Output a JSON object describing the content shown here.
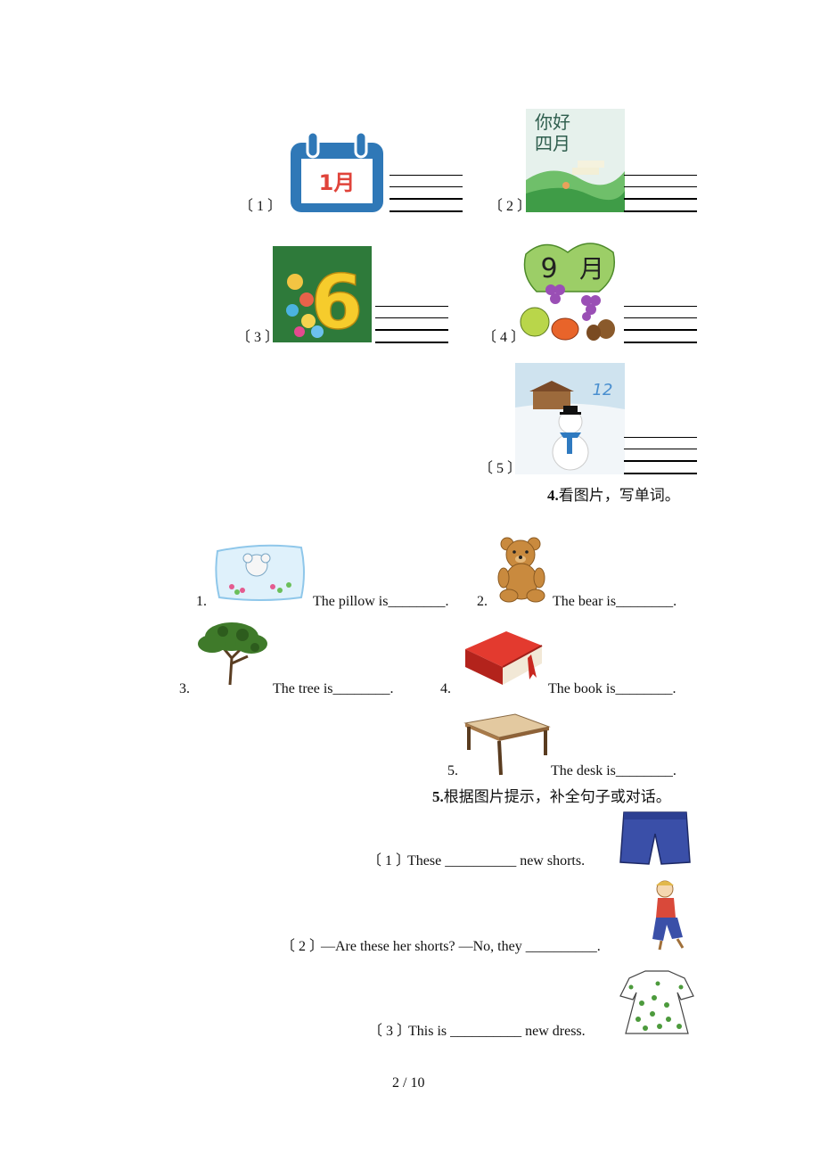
{
  "section3": {
    "items": [
      {
        "num": "〔 1 〕",
        "image_text": "1月"
      },
      {
        "num": "〔 2 〕",
        "image_text_1": "你好",
        "image_text_2": "四月"
      },
      {
        "num": "〔 3 〕",
        "image_text": "6"
      },
      {
        "num": "〔 4 〕",
        "image_text_1": "9",
        "image_text_2": "月"
      },
      {
        "num": "〔 5 〕",
        "image_text": "12"
      }
    ]
  },
  "section4": {
    "number": "4.",
    "title": "看图片，写单词。",
    "items": [
      {
        "num": "1.",
        "sentence": "The pillow is________."
      },
      {
        "num": "2.",
        "sentence": "The bear is________."
      },
      {
        "num": "3.",
        "sentence": "The tree is________."
      },
      {
        "num": "4.",
        "sentence": "The book is________."
      },
      {
        "num": "5.",
        "sentence": "The desk is________."
      }
    ]
  },
  "section5": {
    "number": "5.",
    "title": "根据图片提示，补全句子或对话。",
    "items": [
      {
        "num": "〔 1 〕",
        "sentence": "These __________ new shorts."
      },
      {
        "num": "〔 2 〕",
        "sentence": "—Are these her shorts?  —No, they __________."
      },
      {
        "num": "〔 3 〕",
        "sentence": "This is __________ new dress."
      }
    ]
  },
  "footer": {
    "page": "2 / 10"
  }
}
